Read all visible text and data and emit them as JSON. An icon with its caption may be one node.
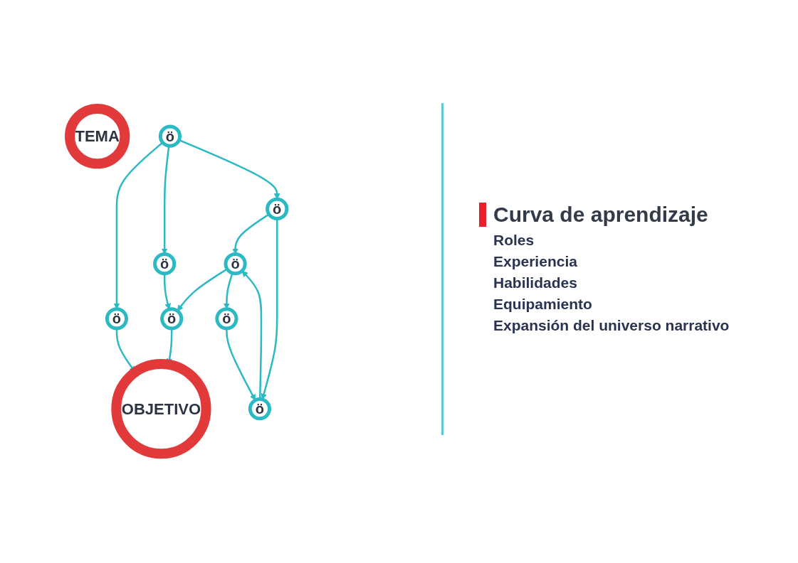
{
  "diagram": {
    "nodes": [
      {
        "text": [
          "TEMA"
        ]
      },
      {
        "text": [
          "ö"
        ]
      },
      {
        "text": [
          "ö"
        ]
      },
      {
        "text": [
          "ö"
        ]
      },
      {
        "text": [
          "ö"
        ]
      },
      {
        "text": [
          "ö"
        ]
      },
      {
        "text": [
          "ö"
        ]
      },
      {
        "text": [
          "ö"
        ]
      },
      {
        "text": [
          "ö"
        ]
      },
      {
        "text": [
          "OBJETIVO"
        ]
      }
    ],
    "edges": [
      {
        "from": 1,
        "to": 2,
        "arrow": "to"
      },
      {
        "from": 1,
        "to": 3,
        "arrow": "to"
      },
      {
        "from": 1,
        "to": 4,
        "arrow": "to"
      },
      {
        "from": 2,
        "to": 9,
        "arrow": "to"
      },
      {
        "from": 3,
        "to": 7,
        "arrow": "to"
      },
      {
        "from": 4,
        "to": 5,
        "arrow": "to"
      },
      {
        "from": 4,
        "to": 6,
        "arrow": "to"
      },
      {
        "from": 6,
        "to": 5,
        "arrow": "to"
      },
      {
        "from": 5,
        "to": 7,
        "arrow": "to"
      },
      {
        "from": 5,
        "to": 8,
        "arrow": "to"
      },
      {
        "from": 8,
        "to": 6,
        "arrow": "to"
      },
      {
        "from": 7,
        "to": 9,
        "arrow": "to"
      }
    ],
    "labels": [
      "Curva de aprendizaje",
      "Roles",
      "Experiencia",
      "Habilidades",
      "Equipamiento",
      "Expansión del universo narrativo"
    ]
  }
}
